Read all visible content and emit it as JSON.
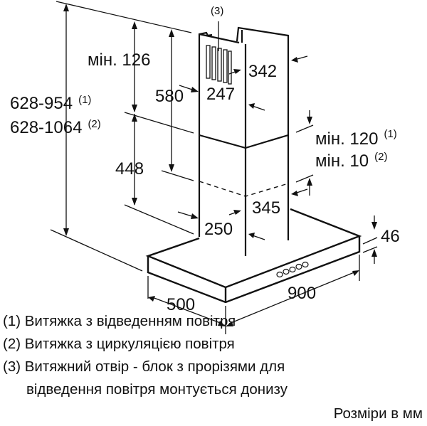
{
  "labels": {
    "callout": "(3)",
    "min_126": "мін. 126",
    "d580": "580",
    "d247": "247",
    "d342": "342",
    "h1": "628-954",
    "h1_note": "(1)",
    "h2": "628-1064",
    "h2_note": "(2)",
    "d448": "448",
    "min_120": "мін. 120",
    "min_120_note": "(1)",
    "min_10": "мін. 10",
    "min_10_note": "(2)",
    "d345": "345",
    "d250": "250",
    "d46": "46",
    "d900": "900",
    "d500": "500"
  },
  "notes": [
    "(1) Витяжка з відведенням повітря",
    "(2) Витяжка з циркуляцією повітря",
    "(3) Витяжний отвір - блок з прорізями для",
    "     відведення повітря монтується донизу"
  ],
  "units": "Розміри в мм"
}
